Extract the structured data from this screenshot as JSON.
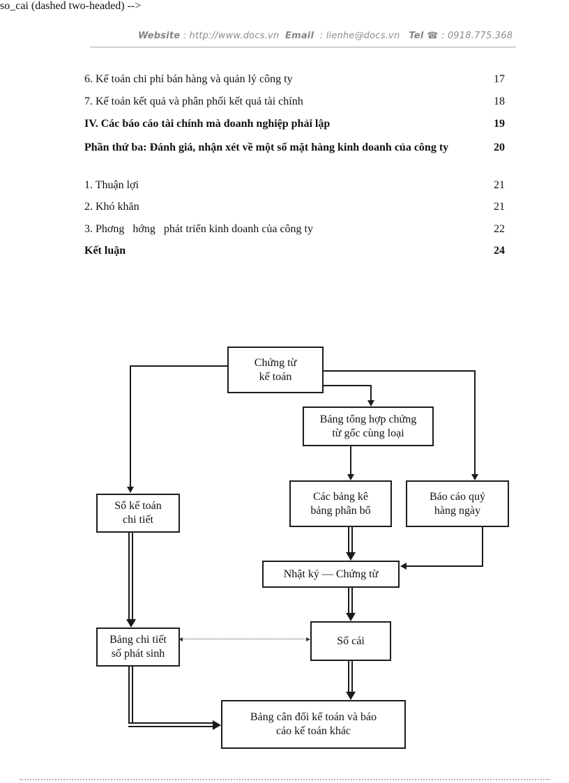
{
  "header": {
    "website_label": "Website",
    "website_value": " : http://www.docs.vn  ",
    "email_label": "Email",
    "email_value": "  : lienhe@docs.vn   ",
    "tel_label": "Tel",
    "tel_icon": " ☎",
    "tel_value": " : 0918.775.368"
  },
  "toc": {
    "items": [
      {
        "label": "6. Kế toán chi phí bán hàng và quản lý công ty",
        "page": "17"
      },
      {
        "label": "7. Kế toán kết quả và phân phối kết quả tài chính",
        "page": "18"
      },
      {
        "label": "IV. Các báo cáo tài chính mà doanh nghiệp phải lập",
        "page": "19"
      },
      {
        "label": "Phần thứ ba: Đánh giá, nhận xét về một số mặt hàng kinh doanh của công ty",
        "page": "20"
      },
      {
        "label": "1. Thuận lợi",
        "page": "21"
      },
      {
        "label": "2. Khó khăn",
        "page": "21"
      },
      {
        "label": "3. Phơng   hớng   phát triển kinh doanh của công ty",
        "page": "22"
      },
      {
        "label": "Kết luận",
        "page": "24"
      }
    ]
  },
  "flowchart": {
    "nodes": {
      "chung_tu": "Chứng từ\nkế toán",
      "bang_tong_hop": "Bảng tổng hợp chứng\ntừ gốc cùng loại",
      "so_ke_toan_chi_tiet": "Sổ kế toán\nchi tiết",
      "cac_bang_ke": "Các bảng kê\nbảng phân bổ",
      "bao_cao_quy": "Báo cáo quý\nhàng ngày",
      "nhat_ky": "Nhật ký — Chứng từ",
      "bang_chi_tiet": "Bảng chi tiết\nsố phát sinh",
      "so_cai": "Số cái",
      "bang_can_doi": "Bảng cân đối kế toán và báo\ncáo kế toán khác"
    }
  },
  "colors": {
    "line": "#1a1a1a",
    "header_text": "#8c8c8c"
  }
}
